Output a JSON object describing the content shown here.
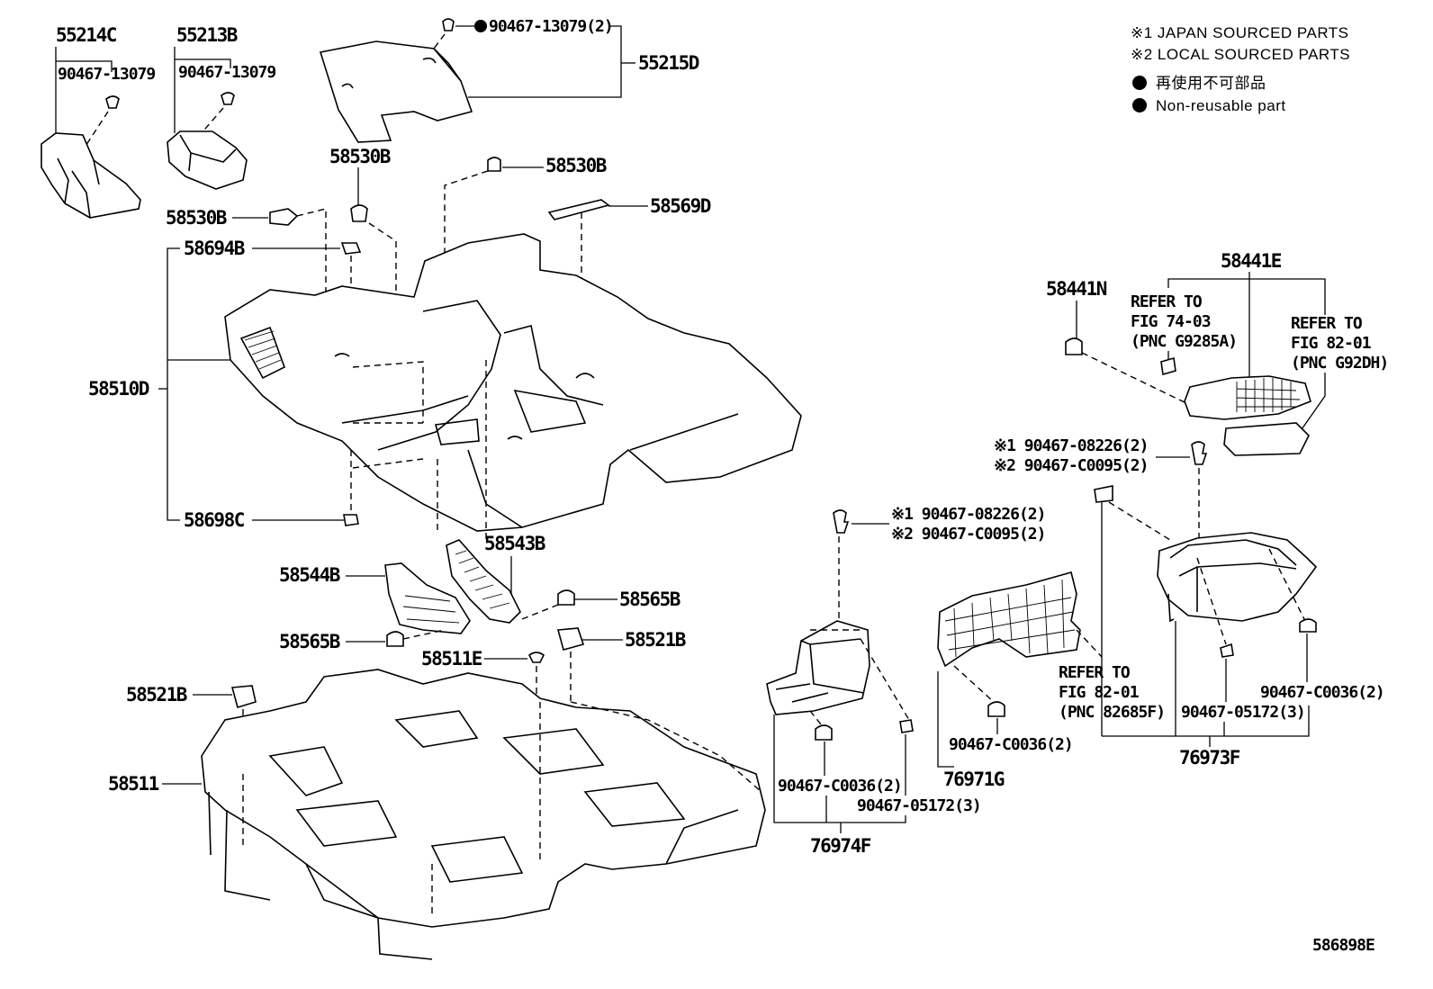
{
  "diagram_id": "586898E",
  "legend": {
    "japan": "※1 JAPAN SOURCED PARTS",
    "local": "※2 LOCAL SOURCED PARTS",
    "nonreusable_jp": "再使用不可部品",
    "nonreusable_en": "Non-reusable part"
  },
  "labels": {
    "p55214C": "55214C",
    "p55213B": "55213B",
    "p90467_13079_a": "90467-13079",
    "p90467_13079_b": "90467-13079",
    "p90467_13079_top": "90467-13079(2)",
    "p55215D": "55215D",
    "p58530B_a": "58530B",
    "p58530B_b": "58530B",
    "p58530B_c": "58530B",
    "p58569D": "58569D",
    "p58694B": "58694B",
    "p58510D": "58510D",
    "p58698C": "58698C",
    "p58543B": "58543B",
    "p58544B": "58544B",
    "p58565B_a": "58565B",
    "p58565B_b": "58565B",
    "p58521B_a": "58521B",
    "p58521B_b": "58521B",
    "p58511E": "58511E",
    "p58511": "58511",
    "p58441N": "58441N",
    "p58441E": "58441E",
    "refer1_l1": "REFER TO",
    "refer1_l2": "FIG 74-03",
    "refer1_l3": "(PNC G9285A)",
    "refer2_l1": "REFER TO",
    "refer2_l2": "FIG 82-01",
    "refer2_l3": "(PNC G92DH)",
    "clip_r1": "※1 90467-08226(2)",
    "clip_r2": "※2 90467-C0095(2)",
    "clip_m1": "※1 90467-08226(2)",
    "clip_m2": "※2 90467-C0095(2)",
    "refer3_l1": "REFER TO",
    "refer3_l2": "FIG 82-01",
    "refer3_l3": "(PNC 82685F)",
    "p90467_05172_r": "90467-05172(3)",
    "p90467_C0036_r": "90467-C0036(2)",
    "p76973F": "76973F",
    "p90467_C0036_m": "90467-C0036(2)",
    "p76971G": "76971G",
    "p90467_C0036_l": "90467-C0036(2)",
    "p90467_05172_l": "90467-05172(3)",
    "p76974F": "76974F"
  }
}
